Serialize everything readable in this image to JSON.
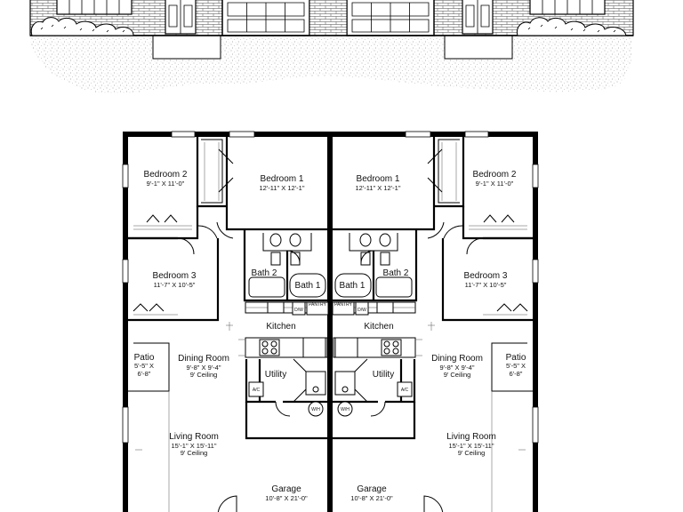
{
  "unit_a": {
    "bedroom2": {
      "name": "Bedroom 2",
      "dims": "9'-1\" X 11'-0\""
    },
    "bedroom1": {
      "name": "Bedroom 1",
      "dims": "12'-11\" X 12'-1\""
    },
    "bedroom3": {
      "name": "Bedroom 3",
      "dims": "11'-7\" X 10'-5\""
    },
    "bath2": {
      "name": "Bath 2"
    },
    "bath1": {
      "name": "Bath 1"
    },
    "kitchen": {
      "name": "Kitchen"
    },
    "dining": {
      "name": "Dining Room",
      "dims": "9'-8\" X 9'-4\"",
      "note": "9' Ceiling"
    },
    "patio": {
      "name": "Patio",
      "dims1": "5'-5\" X",
      "dims2": "6'-8\""
    },
    "utility": {
      "name": "Utility"
    },
    "living": {
      "name": "Living Room",
      "dims": "15'-1\" X 15'-11\"",
      "note": "9' Ceiling"
    },
    "garage": {
      "name": "Garage",
      "dims": "10'-8\" X 21'-0\""
    },
    "pantry": "PANTRY",
    "dw": "D/W",
    "ac": "A/C",
    "wh": "W/H"
  },
  "unit_b": {
    "bedroom2": {
      "name": "Bedroom 2",
      "dims": "9'-1\" X 11'-0\""
    },
    "bedroom1": {
      "name": "Bedroom 1",
      "dims": "12'-11\" X 12'-1\""
    },
    "bedroom3": {
      "name": "Bedroom 3",
      "dims": "11'-7\" X 10'-5\""
    },
    "bath2": {
      "name": "Bath 2"
    },
    "bath1": {
      "name": "Bath 1"
    },
    "kitchen": {
      "name": "Kitchen"
    },
    "dining": {
      "name": "Dining Room",
      "dims": "9'-8\" X 9'-4\"",
      "note": "9' Ceiling"
    },
    "patio": {
      "name": "Patio",
      "dims1": "5'-5\" X",
      "dims2": "6'-8\""
    },
    "utility": {
      "name": "Utility"
    },
    "living": {
      "name": "Living Room",
      "dims": "15'-1\" X 15'-11\"",
      "note": "9' Ceiling"
    },
    "garage": {
      "name": "Garage",
      "dims": "10'-8\" X 21'-0\""
    },
    "pantry": "PANTRY",
    "dw": "D/W",
    "ac": "A/C",
    "wh": "W/H"
  }
}
